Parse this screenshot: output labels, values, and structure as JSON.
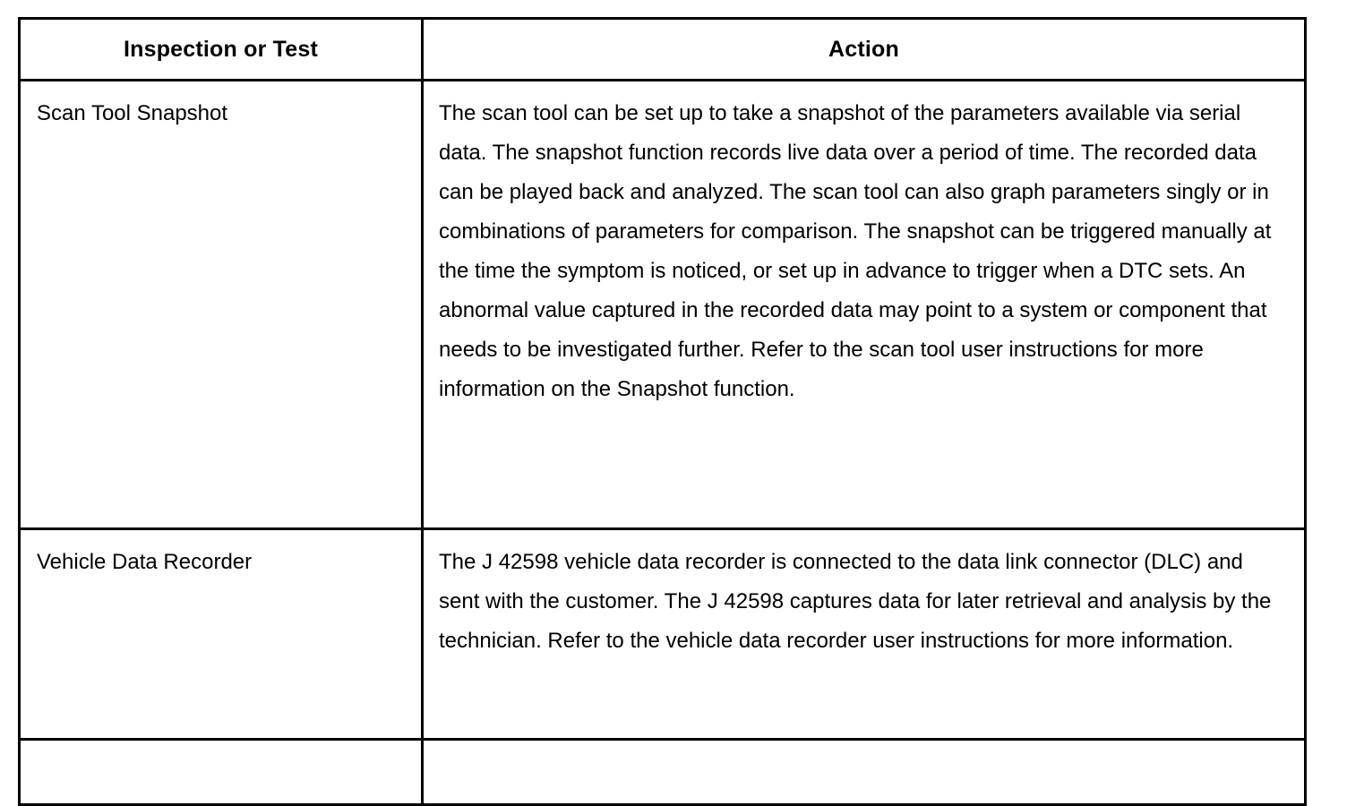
{
  "table": {
    "columns": [
      {
        "key": "inspection",
        "header": "Inspection or Test"
      },
      {
        "key": "action",
        "header": "Action"
      }
    ],
    "rows": [
      {
        "inspection": "Scan Tool Snapshot",
        "action": "The scan tool can be set up to take a snapshot of the parameters available via serial data. The snapshot function records live data over a period of time. The recorded data can be played back and analyzed. The scan tool can also graph parameters singly or in combinations of parameters for comparison. The snapshot can be triggered manually at the time the symptom is noticed, or set up in advance to trigger when a DTC sets. An abnormal value captured in the recorded data may point to a system or component that needs to be investigated further. Refer to the scan tool user instructions for more information on the Snapshot function."
      },
      {
        "inspection": "Vehicle Data Recorder",
        "action": "The J 42598 vehicle data recorder is connected to the data link connector (DLC) and sent with the customer. The J 42598 captures data for later retrieval and analysis by the technician. Refer to the vehicle data recorder user instructions for more information."
      },
      {
        "inspection": "",
        "action": ""
      }
    ]
  },
  "colors": {
    "border": "#000000",
    "text": "#000000",
    "background": "#ffffff"
  }
}
